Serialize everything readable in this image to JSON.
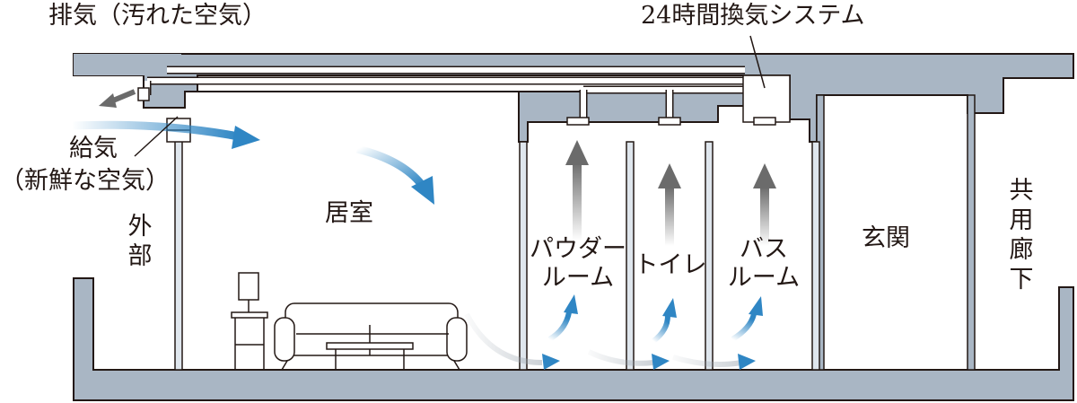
{
  "labels": {
    "exhaust": "排気（汚れた空気）",
    "system": "24時間換気システム",
    "supply_line1": "給気",
    "supply_line2": "（新鮮な空気）",
    "outside": "外部",
    "living": "居室",
    "powder_line1": "パウダー",
    "powder_line2": "ルーム",
    "toilet": "トイレ",
    "bath_line1": "バス",
    "bath_line2": "ルーム",
    "entrance": "玄関",
    "corridor": "共用廊下"
  },
  "colors": {
    "structure": "#a9b6c4",
    "structure_edge": "#231815",
    "duct": "#ffffff",
    "supply_arrow": "#2f86c4",
    "exhaust_arrow": "#6b6b6b",
    "text": "#231815"
  }
}
